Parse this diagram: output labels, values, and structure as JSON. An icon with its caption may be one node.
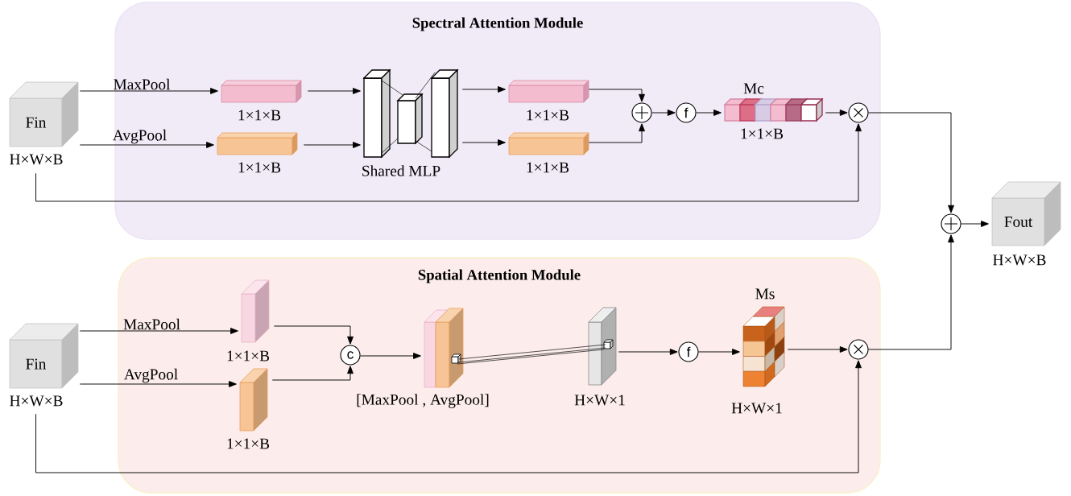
{
  "diagram": {
    "nodes": [
      {
        "text": [
          "Spectral Attention Module"
        ]
      },
      {
        "text": [
          "Fin"
        ],
        "beside": [
          "H×W×B"
        ]
      },
      {
        "text": [],
        "shape": "bar",
        "beside": [
          "1×1×B"
        ],
        "in": 0
      },
      {
        "text": [],
        "shape": "bar",
        "beside": [
          "1×1×B"
        ],
        "in": 0
      },
      {
        "text": [],
        "shape": "picture",
        "beside": [
          "Shared MLP"
        ],
        "in": 0
      },
      {
        "text": [],
        "shape": "bar",
        "beside": [
          "1×1×B"
        ],
        "in": 0
      },
      {
        "text": [],
        "shape": "bar",
        "beside": [
          "1×1×B"
        ],
        "in": 0
      },
      {
        "text": [],
        "shape": "circle",
        "in": 0
      },
      {
        "text": [
          "f"
        ],
        "in": 0
      },
      {
        "text": [],
        "shape": "bar",
        "beside": [
          "Mc",
          "1×1×B"
        ],
        "in": 0
      },
      {
        "text": [],
        "shape": "circle",
        "in": 0
      },
      {
        "text": [],
        "shape": "circle"
      },
      {
        "text": [
          "Fout"
        ],
        "beside": [
          "H×W×B"
        ]
      },
      {
        "text": [
          "Spatial Attention Module"
        ]
      },
      {
        "text": [
          "Fin"
        ],
        "beside": [
          "H×W×B"
        ]
      },
      {
        "text": [],
        "shape": "box",
        "beside": [
          "1×1×B"
        ],
        "in": 13
      },
      {
        "text": [],
        "shape": "box",
        "beside": [
          "1×1×B"
        ],
        "in": 13
      },
      {
        "text": [
          "c"
        ],
        "in": 13
      },
      {
        "text": [],
        "shape": "box",
        "beside": [
          "[MaxPool , AvgPool]"
        ],
        "in": 13
      },
      {
        "text": [],
        "shape": "box",
        "beside": [
          "H×W×1"
        ],
        "in": 13
      },
      {
        "text": [
          "f"
        ],
        "in": 13
      },
      {
        "text": [],
        "shape": "box",
        "beside": [
          "Ms",
          "H×W×1"
        ],
        "in": 13
      },
      {
        "text": [],
        "shape": "circle",
        "in": 13
      }
    ],
    "edges": [
      {
        "from": 1,
        "to": 2,
        "arrow": "to",
        "label": "MaxPool"
      },
      {
        "from": 1,
        "to": 3,
        "arrow": "to",
        "label": "AvgPool"
      },
      {
        "from": 2,
        "to": 4,
        "arrow": "to"
      },
      {
        "from": 3,
        "to": 4,
        "arrow": "to"
      },
      {
        "from": 4,
        "to": 5,
        "arrow": "to"
      },
      {
        "from": 4,
        "to": 6,
        "arrow": "to"
      },
      {
        "from": 5,
        "to": 7,
        "arrow": "to"
      },
      {
        "from": 6,
        "to": 7,
        "arrow": "to"
      },
      {
        "from": 7,
        "to": 8,
        "arrow": "to"
      },
      {
        "from": 8,
        "to": 9,
        "arrow": "to"
      },
      {
        "from": 9,
        "to": 10,
        "arrow": "to"
      },
      {
        "from": 1,
        "to": 10,
        "arrow": "to"
      },
      {
        "from": 10,
        "to": 11,
        "arrow": "to"
      },
      {
        "from": 11,
        "to": 12,
        "arrow": "to"
      },
      {
        "from": 14,
        "to": 15,
        "arrow": "to",
        "label": "MaxPool"
      },
      {
        "from": 14,
        "to": 16,
        "arrow": "to",
        "label": "AvgPool"
      },
      {
        "from": 15,
        "to": 17,
        "arrow": "to"
      },
      {
        "from": 16,
        "to": 17,
        "arrow": "to"
      },
      {
        "from": 17,
        "to": 18,
        "arrow": "to"
      },
      {
        "from": 19,
        "to": 20,
        "arrow": "to"
      },
      {
        "from": 20,
        "to": 21,
        "arrow": "to"
      },
      {
        "from": 21,
        "to": 22,
        "arrow": "to"
      },
      {
        "from": 14,
        "to": 22,
        "arrow": "to"
      },
      {
        "from": 22,
        "to": 11,
        "arrow": "to"
      }
    ]
  }
}
